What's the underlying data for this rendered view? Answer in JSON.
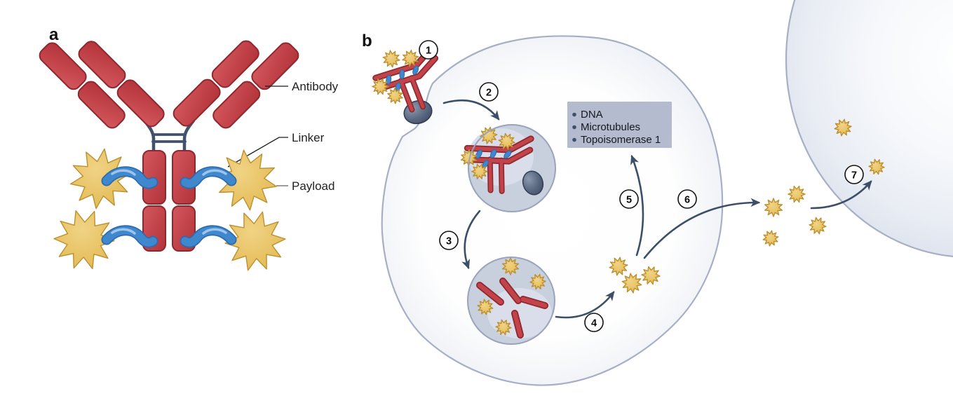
{
  "figure": {
    "panels": {
      "a": {
        "label": "a",
        "callouts": [
          {
            "label": "Antibody"
          },
          {
            "label": "Linker"
          },
          {
            "label": "Payload"
          }
        ]
      },
      "b": {
        "label": "b",
        "steps": [
          "1",
          "2",
          "3",
          "4",
          "5",
          "6",
          "7"
        ],
        "payload_targets": {
          "items": [
            "DNA",
            "Microtubules",
            "Topoisomerase 1"
          ]
        }
      }
    },
    "colors": {
      "antibody_red": "#c2434a",
      "antibody_red_dark": "#8e282e",
      "linker_blue": "#4088ce",
      "linker_blue_dark": "#2e6bac",
      "payload_gold": "#e8c35f",
      "payload_gold_dark": "#bd8f2e",
      "hinge_navy": "#42526c",
      "membrane": "#a6afc5",
      "vesicle_fill": "#c8cfdd",
      "vesicle_stroke": "#99a3bc",
      "receptor_dark": "#414e68",
      "arrow": "#3b5068",
      "box_fill": "#b5bbcf",
      "text_dark": "#1f1f1f"
    }
  }
}
